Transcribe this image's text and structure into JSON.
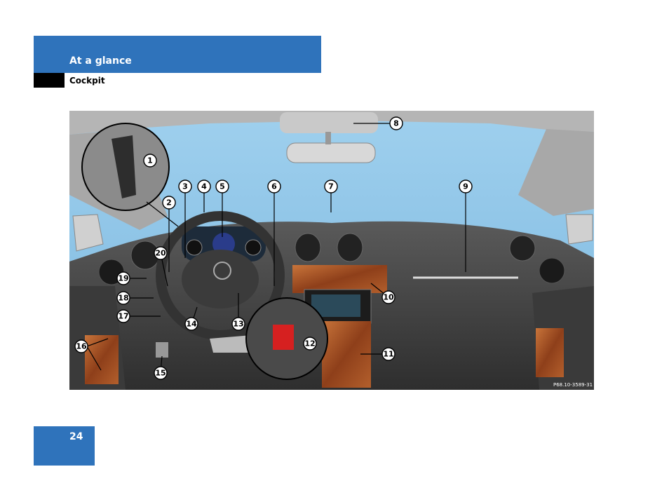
{
  "header": {
    "section": "At a glance",
    "subsection": "Cockpit"
  },
  "page_number": "24",
  "figure": {
    "code": "P68.10-3589-31",
    "callouts": [
      "1",
      "2",
      "3",
      "4",
      "5",
      "6",
      "7",
      "8",
      "9",
      "10",
      "11",
      "12",
      "13",
      "14",
      "15",
      "16",
      "17",
      "18",
      "19",
      "20"
    ]
  },
  "colors": {
    "brand_blue": "#2f73bb",
    "sky": "#8ec4e6",
    "dash": "#4a4a4a",
    "wood": "#a0522d"
  }
}
